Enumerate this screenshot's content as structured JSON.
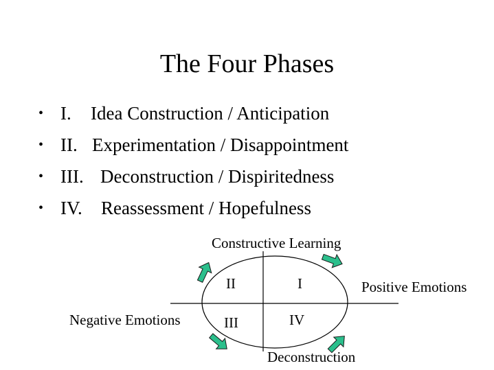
{
  "slide": {
    "title": "The Four Phases",
    "bullets": [
      {
        "numeral": "I.",
        "text": "Idea Construction / Anticipation"
      },
      {
        "numeral": "II.",
        "text": "Experimentation / Disappointment"
      },
      {
        "numeral": "III.",
        "text": "Deconstruction / Dispiritedness"
      },
      {
        "numeral": "IV.",
        "text": "Reassessment / Hopefulness"
      }
    ],
    "bullet_symbol": "•"
  },
  "diagram": {
    "top_label": "Constructive Learning",
    "bottom_label": "Deconstruction",
    "left_label": "Negative Emotions",
    "right_label": "Positive Emotions",
    "quadrants": {
      "top_left": "II",
      "top_right": "I",
      "bottom_left": "III",
      "bottom_right": "IV"
    },
    "arrow_color": "#2bbf8c",
    "arrow_outline": "#1a1a1a"
  }
}
